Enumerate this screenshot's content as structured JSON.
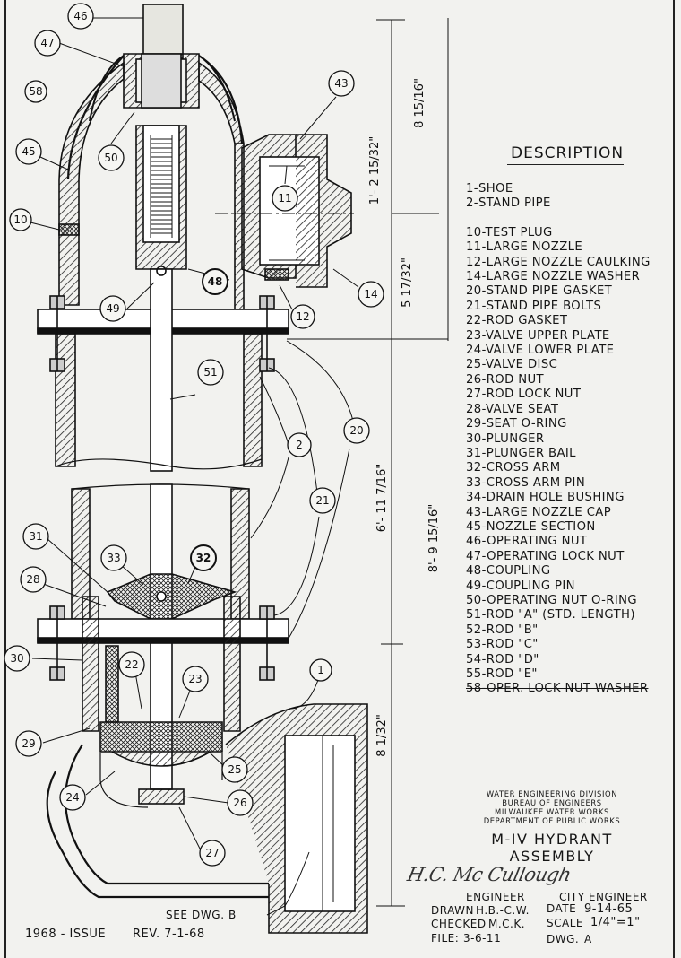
{
  "description": {
    "title": "DESCRIPTION",
    "parts": [
      "1-SHOE",
      "2-STAND PIPE",
      "10-TEST PLUG",
      "11-LARGE NOZZLE",
      "12-LARGE NOZZLE CAULKING",
      "14-LARGE NOZZLE WASHER",
      "20-STAND PIPE GASKET",
      "21-STAND PIPE BOLTS",
      "22-ROD GASKET",
      "23-VALVE UPPER PLATE",
      "24-VALVE LOWER PLATE",
      "25-VALVE DISC",
      "26-ROD NUT",
      "27-ROD LOCK NUT",
      "28-VALVE SEAT",
      "29-SEAT O-RING",
      "30-PLUNGER",
      "31-PLUNGER BAIL",
      "32-CROSS ARM",
      "33-CROSS ARM PIN",
      "34-DRAIN HOLE BUSHING",
      "43-LARGE NOZZLE CAP",
      "45-NOZZLE SECTION",
      "46-OPERATING NUT",
      "47-OPERATING LOCK NUT",
      "48-COUPLING",
      "49-COUPLING PIN",
      "50-OPERATING NUT O-RING",
      "51-ROD \"A\" (STD. LENGTH)",
      "52-ROD \"B\"",
      "53-ROD \"C\"",
      "54-ROD \"D\"",
      "55-ROD \"E\"",
      "58-OPER. LOCK NUT WASHER"
    ]
  },
  "dimensions": {
    "overall": "8'- 9 15/16\"",
    "upper_total": "8 15/16\"",
    "nozzle_height": "1'- 2 15/32\"",
    "nozzle_base": "5 17/32\"",
    "lower_section": "6'- 11 7/16\"",
    "shoe": "8 1/32\""
  },
  "callouts": [
    "46",
    "47",
    "58",
    "43",
    "45",
    "50",
    "11",
    "10",
    "48",
    "49",
    "14",
    "12",
    "51",
    "20",
    "2",
    "21",
    "31",
    "33",
    "32",
    "28",
    "30",
    "22",
    "23",
    "1",
    "29",
    "25",
    "24",
    "26",
    "27"
  ],
  "notes": {
    "see_dwg": "SEE DWG. B"
  },
  "title_block": {
    "org_line1": "WATER ENGINEERING DIVISION",
    "org_line2": "BUREAU OF ENGINEERS",
    "org_line3": "MILWAUKEE WATER WORKS",
    "org_line4": "DEPARTMENT OF PUBLIC WORKS",
    "title1": "M-IV HYDRANT",
    "title2": "ASSEMBLY",
    "signature": "H. C. Mc Cullough",
    "engineer_label": "ENGINEER",
    "city_engineer_label": "CITY ENGINEER",
    "drawn_label": "DRAWN",
    "drawn_value": "H.B.-C.W.",
    "date_label": "DATE",
    "date_value": "9-14-65",
    "checked_label": "CHECKED",
    "checked_value": "M.C.K.",
    "scale_label": "SCALE",
    "scale_value": "1/4\"=1\"",
    "file_label": "FILE:",
    "file_value": "3-6-11",
    "dwg_label": "DWG.",
    "dwg_value": "A"
  },
  "footer": {
    "issue": "1968 - ISSUE",
    "revision": "REV. 7-1-68"
  }
}
